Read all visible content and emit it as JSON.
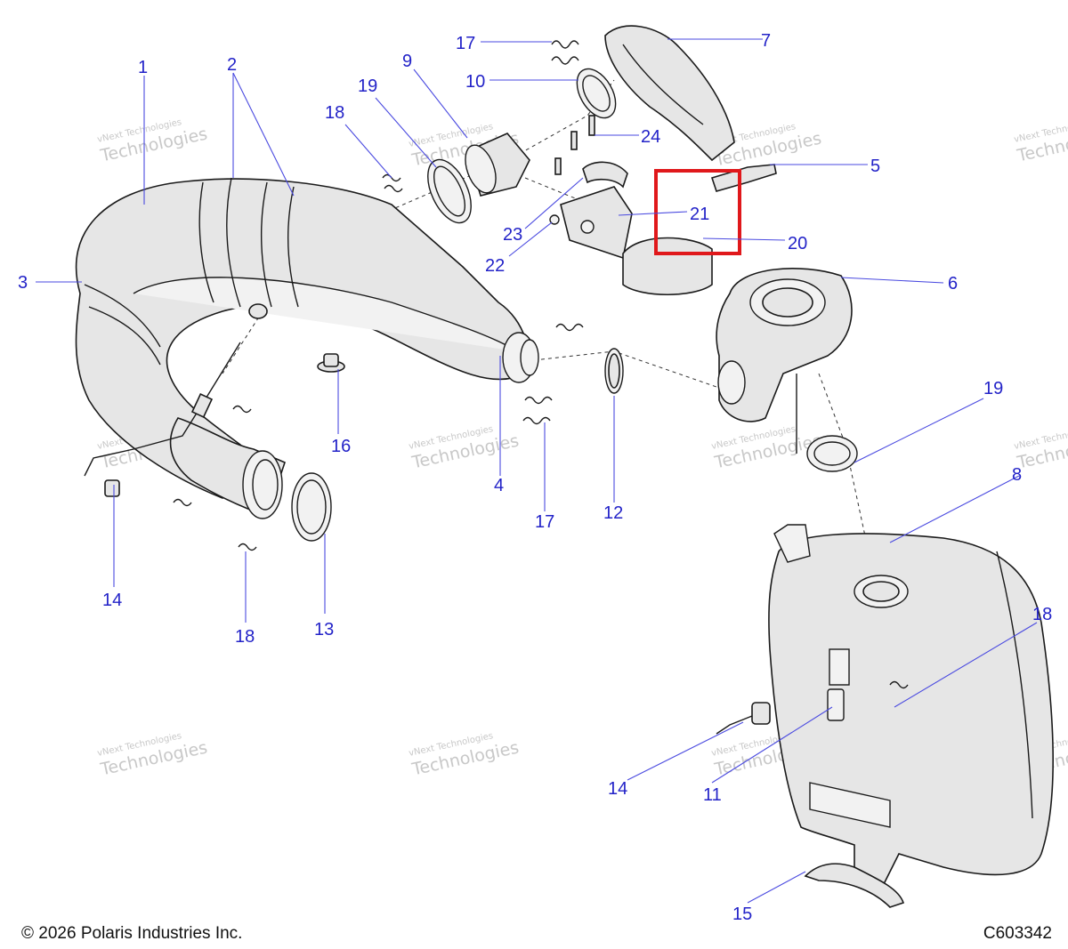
{
  "footer": {
    "copyright": "© 2026 Polaris Industries Inc.",
    "figure_id": "C603342"
  },
  "watermark": {
    "line1": "vNext Technologies",
    "line2": "Technologies"
  },
  "callouts": [
    "1",
    "2",
    "3",
    "4",
    "5",
    "6",
    "7",
    "8",
    "9",
    "10",
    "11",
    "12",
    "13",
    "14",
    "14",
    "15",
    "16",
    "17",
    "17",
    "18",
    "18",
    "18",
    "19",
    "19",
    "20",
    "21",
    "22",
    "23",
    "24"
  ],
  "highlight": {
    "color": "#e0181b",
    "parts": [
      "21"
    ]
  },
  "colors": {
    "callout": "#2323c8",
    "leader": "#4a4ae0"
  }
}
